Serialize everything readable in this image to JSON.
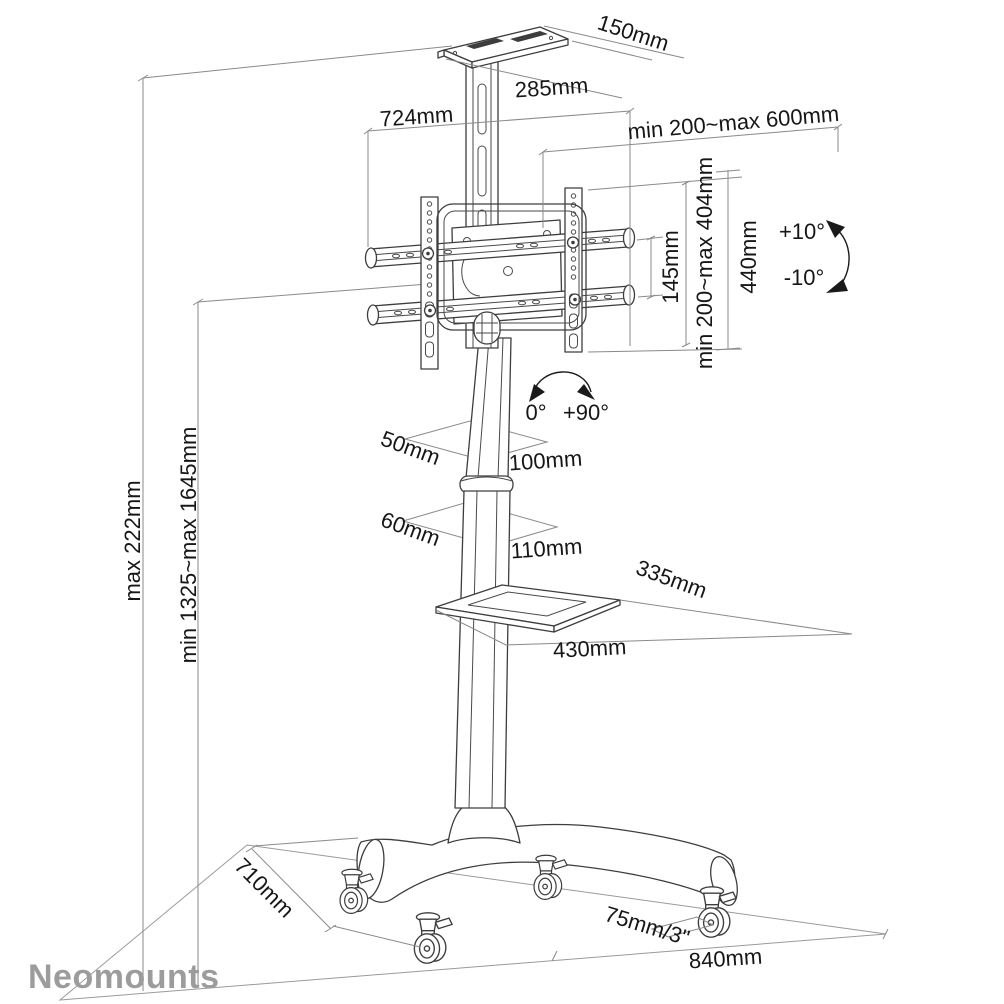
{
  "page": {
    "background": "#ffffff"
  },
  "brand": {
    "logo_text": "Neomounts",
    "logo_color": "#9c9c9c"
  },
  "drawing": {
    "subject": "Mobile TV floor stand - dimensional technical drawing",
    "line_color": "#3d3d3d",
    "dim_line_color": "#8a8a8a",
    "label_color": "#161616"
  },
  "labels": {
    "tray_depth": "150mm",
    "tray_width": "285mm",
    "rail_width": "724mm",
    "vesa_width_range": "min 200~max 600mm",
    "rail_spacing": "145mm",
    "vesa_height_range": "min 200~max 404mm",
    "bracket_height": "440mm",
    "tilt_up": "+10°",
    "tilt_down": "-10°",
    "swivel_min": "0°",
    "swivel_max": "+90°",
    "upper_column_depth": "50mm",
    "upper_column_width": "100mm",
    "lower_column_depth": "60mm",
    "lower_column_width": "110mm",
    "shelf_depth": "335mm",
    "shelf_width": "430mm",
    "overall_height": "max 222mm",
    "height_range": "min 1325~max 1645mm",
    "base_depth": "710mm",
    "caster_size": "75mm/3\"",
    "base_width": "840mm"
  }
}
